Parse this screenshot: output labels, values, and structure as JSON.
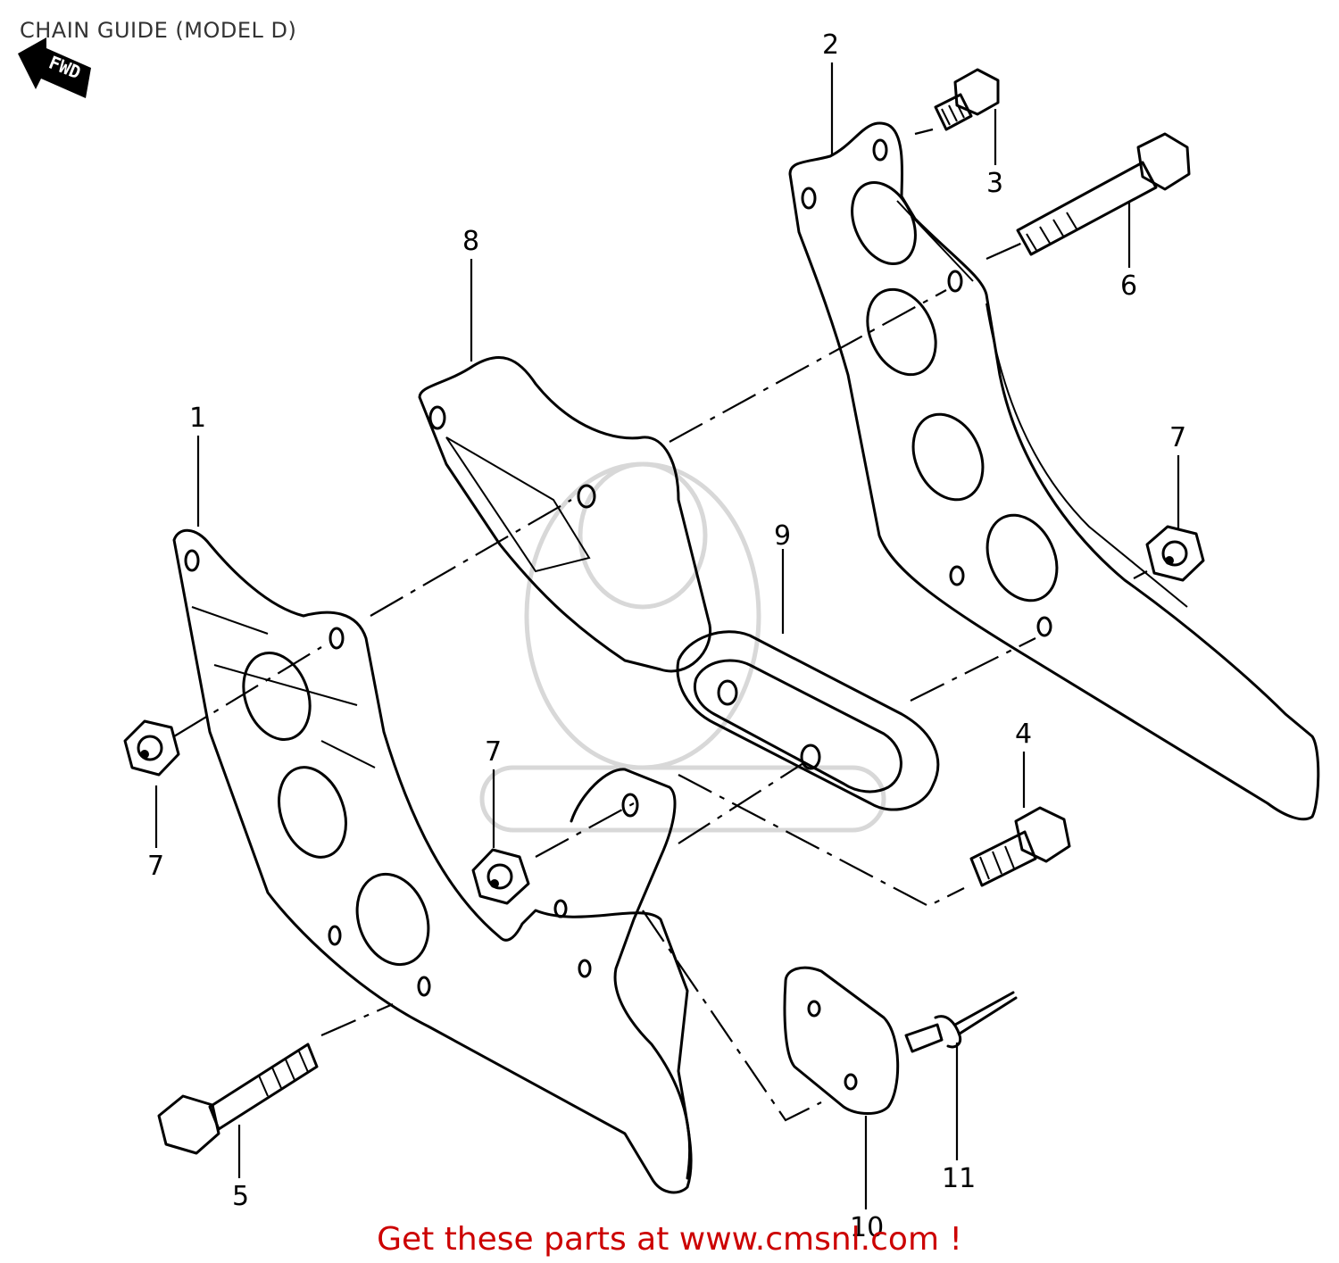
{
  "header": {
    "title": "CHAIN GUIDE (MODEL D)",
    "direction_label": "FWD"
  },
  "footer": {
    "promo_text": "Get these parts at www.cmsnl.com !"
  },
  "callouts": {
    "c1": "1",
    "c2": "2",
    "c3": "3",
    "c4": "4",
    "c5": "5",
    "c6": "6",
    "c7a": "7",
    "c7b": "7",
    "c7c": "7",
    "c8": "8",
    "c9": "9",
    "c10": "10",
    "c11": "11"
  },
  "colors": {
    "line": "#000000",
    "promo": "#cc0000",
    "watermark": "#d8d8d8"
  }
}
